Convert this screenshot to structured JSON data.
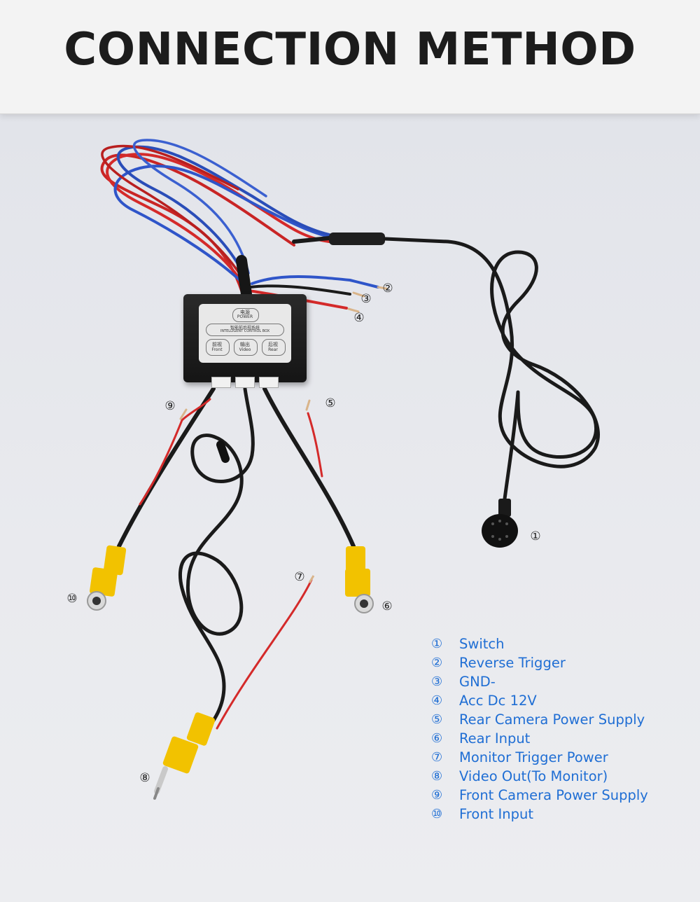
{
  "header": {
    "title": "CONNECTION METHOD"
  },
  "control_box": {
    "power_cn": "电源",
    "power_en": "POWER",
    "system_cn": "智能前后视系统",
    "system_en": "INTELLIGENT CONTROL BOX",
    "front_cn": "前视",
    "front_en": "Front",
    "video_cn": "输出",
    "video_en": "Video",
    "rear_cn": "后视",
    "rear_en": "Rear"
  },
  "callouts": [
    "①",
    "②",
    "③",
    "④",
    "⑤",
    "⑥",
    "⑦",
    "⑧",
    "⑨",
    "⑩"
  ],
  "legend": [
    {
      "num": "①",
      "text": "Switch"
    },
    {
      "num": "②",
      "text": "Reverse Trigger"
    },
    {
      "num": "③",
      "text": "GND-"
    },
    {
      "num": "④",
      "text": "Acc Dc 12V"
    },
    {
      "num": "⑤",
      "text": "Rear Camera Power Supply"
    },
    {
      "num": "⑥",
      "text": "Rear Input"
    },
    {
      "num": "⑦",
      "text": "Monitor Trigger Power"
    },
    {
      "num": "⑧",
      "text": "Video Out(To Monitor)"
    },
    {
      "num": "⑨",
      "text": "Front Camera Power Supply"
    },
    {
      "num": "⑩",
      "text": "Front Input"
    }
  ],
  "colors": {
    "legend_text": "#1f6ed4",
    "red_wire": "#d42a2a",
    "blue_wire": "#2f55c9",
    "black_cable": "#1a1a1a",
    "rca_yellow": "#f2c200"
  }
}
